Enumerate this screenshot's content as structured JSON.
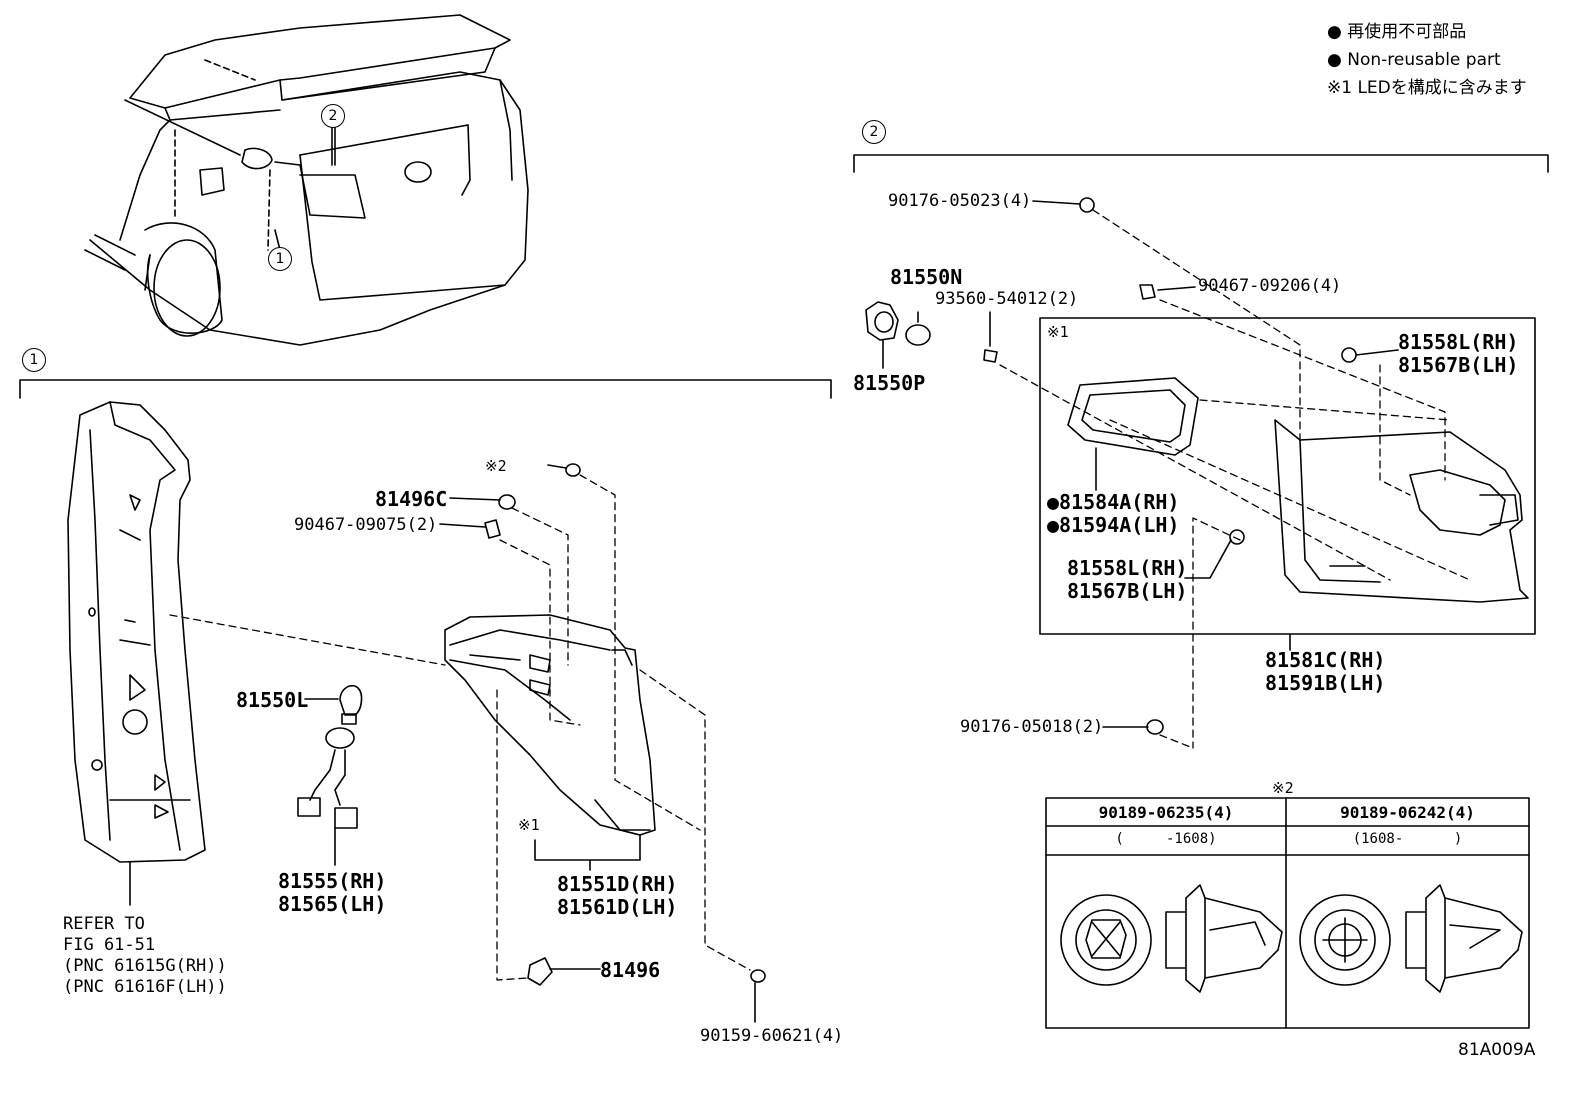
{
  "legend": {
    "bullet_ja": "再使用不可部品",
    "bullet_en": "Non-reusable part",
    "note1": "※1 LEDを構成に含みます"
  },
  "callouts": {
    "one": "1",
    "two": "2"
  },
  "refs": {
    "note1": "※1",
    "note2": "※2"
  },
  "parts": {
    "p90176_05023": "90176-05023(4)",
    "p90467_09206": "90467-09206(4)",
    "p81550N": "81550N",
    "p93560_54012": "93560-54012(2)",
    "p81550P": "81550P",
    "p81558L_rh_a": "81558L(RH)",
    "p81567B_lh_a": "81567B(LH)",
    "p81584A": "●81584A(RH)",
    "p81594A": "●81594A(LH)",
    "p81558L_rh_b": "81558L(RH)",
    "p81567B_lh_b": "81567B(LH)",
    "p81581C": "81581C(RH)",
    "p81591B": "81591B(LH)",
    "p90176_05018": "90176-05018(2)",
    "p81496C": "81496C",
    "p90467_09075": "90467-09075(2)",
    "p81550L": "81550L",
    "p81555": "81555(RH)",
    "p81565": "81565(LH)",
    "p81551D": "81551D(RH)",
    "p81561D": "81561D(LH)",
    "p81496": "81496",
    "p90159_60621": "90159-60621(4)"
  },
  "refer": {
    "line1": "REFER TO",
    "line2": "FIG 61-51",
    "line3": "(PNC 61615G(RH))",
    "line4": "(PNC 61616F(LH))"
  },
  "table": {
    "col1_part": "90189-06235(4)",
    "col2_part": "90189-06242(4)",
    "col1_range": "(     -1608)",
    "col2_range": "(1608-      )"
  },
  "figure_id": "81A009A"
}
